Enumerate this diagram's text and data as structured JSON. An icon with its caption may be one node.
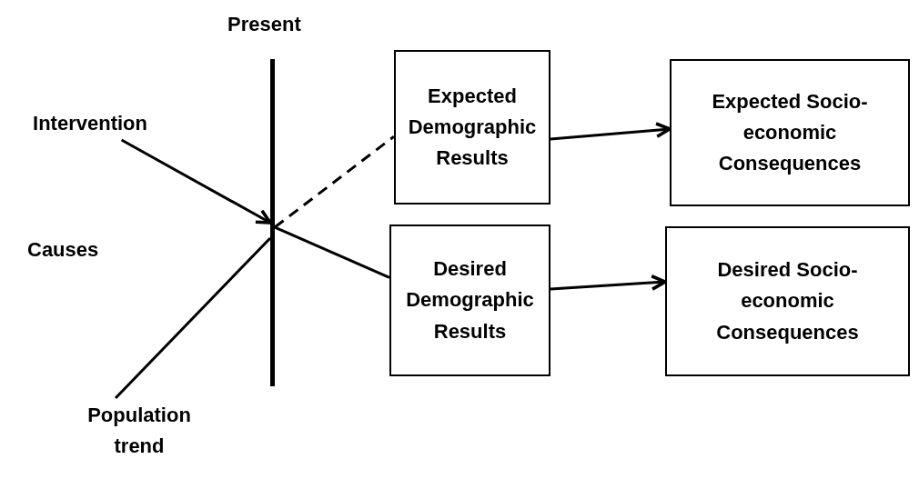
{
  "diagram": {
    "nodes": [
      {
        "text": [],
        "shape": "bar"
      },
      {
        "text": [
          "Intervention"
        ]
      },
      {
        "text": [
          "Expected Demographic Results"
        ]
      },
      {
        "text": [
          "Expected Socio-economic Consequences"
        ]
      },
      {
        "text": [
          "Desired Demographic Results"
        ]
      },
      {
        "text": [
          "Desired Socio-economic Consequences"
        ]
      },
      {
        "text": [
          "Population trend"
        ]
      }
    ],
    "edges": [
      {
        "from": 1,
        "to": 0,
        "arrow": "to"
      },
      {
        "from": 6,
        "to": 0,
        "arrow": "none"
      },
      {
        "from": 0,
        "to": 2,
        "arrow": "none",
        "style": "dashed"
      },
      {
        "from": 0,
        "to": 4,
        "arrow": "none"
      },
      {
        "from": 2,
        "to": 3,
        "arrow": "to"
      },
      {
        "from": 4,
        "to": 5,
        "arrow": "to"
      }
    ],
    "labels": [
      "Present",
      "Causes"
    ]
  }
}
